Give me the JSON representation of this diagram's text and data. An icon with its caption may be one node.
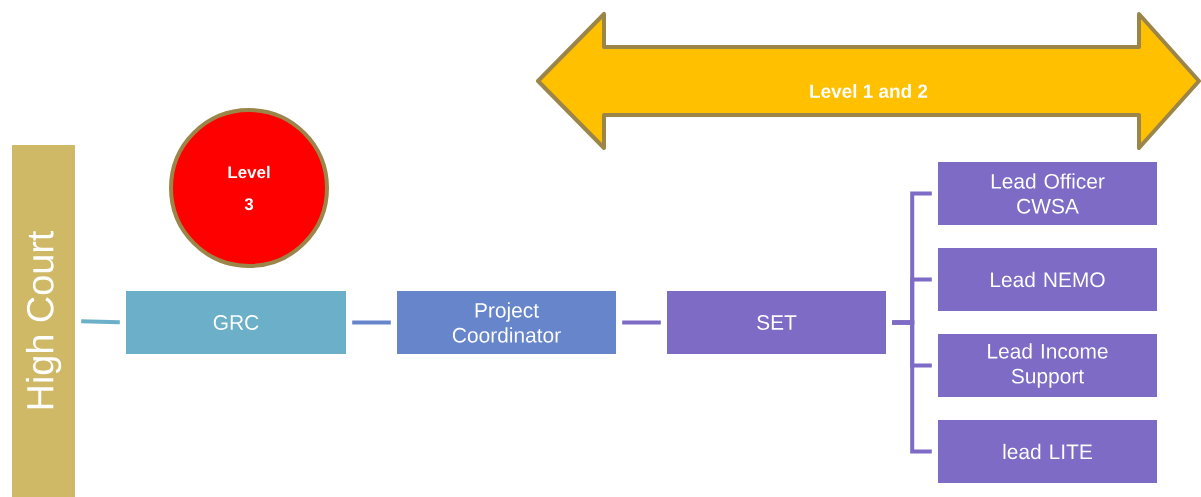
{
  "diagram": {
    "nodes": [
      {
        "text": [
          "High Court"
        ]
      },
      {
        "text": [
          "Level 3"
        ]
      },
      {
        "text": [
          "Level 1 and 2"
        ]
      },
      {
        "text": [
          "GRC"
        ]
      },
      {
        "text": [
          "Project Coordinator"
        ]
      },
      {
        "text": [
          "SET"
        ]
      },
      {
        "text": [
          "Lead Officer CWSA"
        ]
      },
      {
        "text": [
          "Lead NEMO"
        ]
      },
      {
        "text": [
          "Lead Income Support"
        ]
      },
      {
        "text": [
          "lead LITE"
        ]
      }
    ],
    "edges": [
      {
        "from": 0,
        "to": 3,
        "arrow": "none",
        "color": "#6bb0c8"
      },
      {
        "from": 3,
        "to": 4,
        "arrow": "none",
        "color": "#6785cb"
      },
      {
        "from": 4,
        "to": 5,
        "arrow": "none"
      },
      {
        "from": 5,
        "to": 6,
        "arrow": "none"
      },
      {
        "from": 5,
        "to": 7,
        "arrow": "none"
      },
      {
        "from": 5,
        "to": 8,
        "arrow": "none"
      },
      {
        "from": 5,
        "to": 9,
        "arrow": "none"
      }
    ]
  }
}
